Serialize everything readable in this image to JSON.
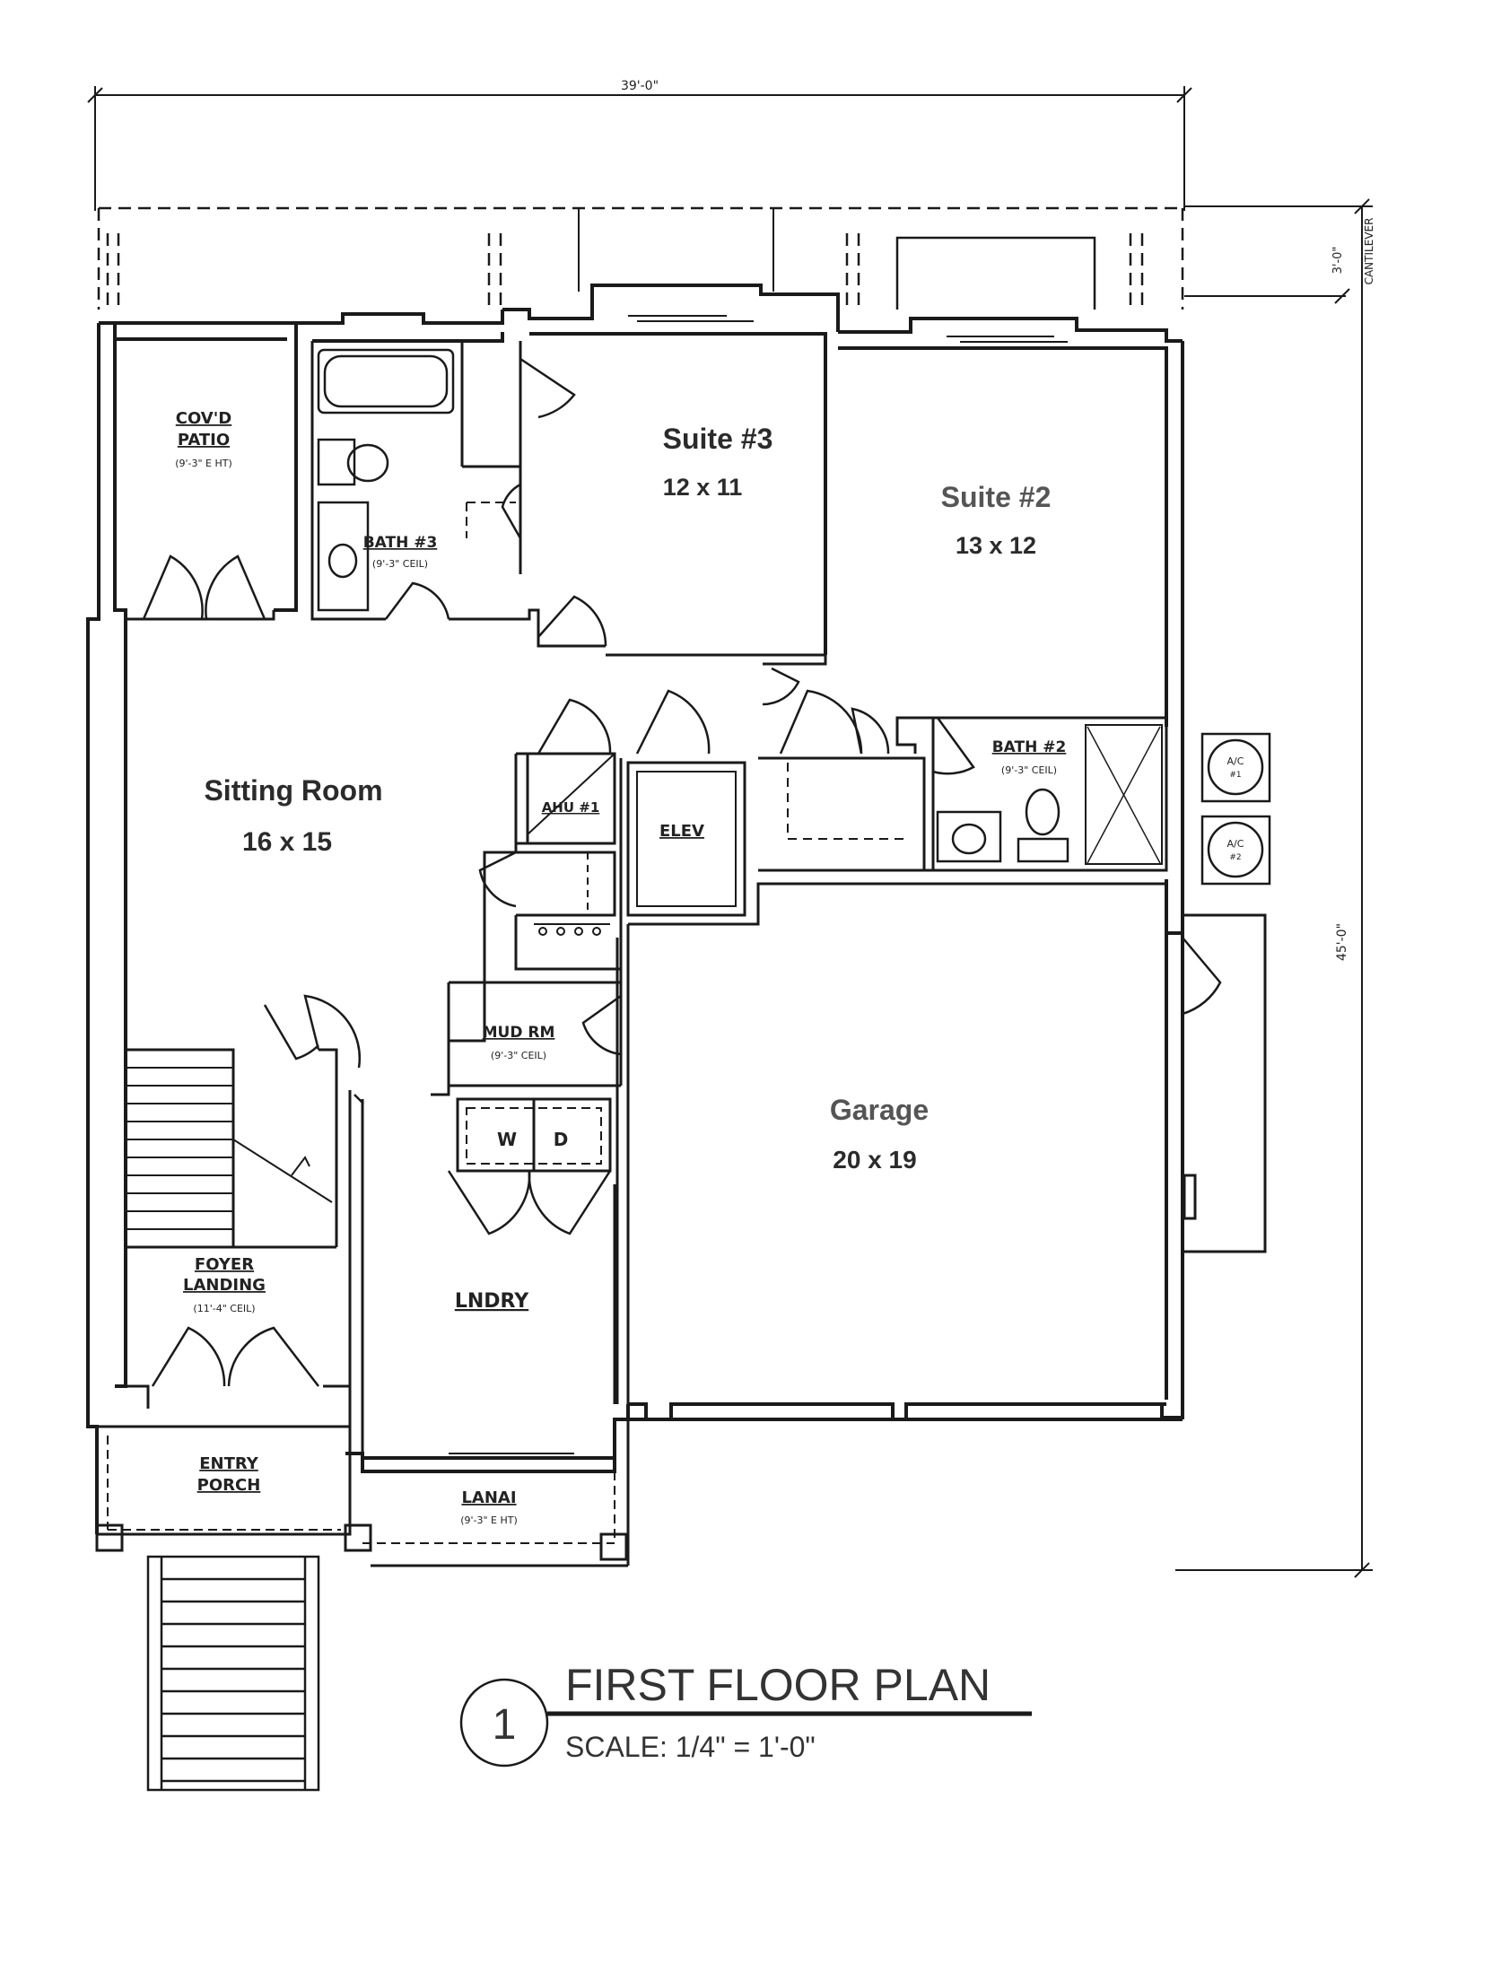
{
  "dimensions": {
    "overall_width": "39'-0\"",
    "overall_depth": "45'-0\"",
    "cantilever_depth": "3'-0\"",
    "cantilever_label": "CANTILEVER"
  },
  "rooms": {
    "suite3": {
      "name": "Suite #3",
      "size": "12 x 11"
    },
    "suite2": {
      "name": "Suite #2",
      "size": "13 x 12"
    },
    "sitting": {
      "name": "Sitting Room",
      "size": "16 x 15"
    },
    "garage": {
      "name": "Garage",
      "size": "20 x 19"
    },
    "covd_patio": {
      "name": "COV'D",
      "name2": "PATIO",
      "note": "(9'-3\" E HT)"
    },
    "bath3": {
      "name": "BATH #3",
      "note": "(9'-3\" CEIL)"
    },
    "bath2": {
      "name": "BATH #2",
      "note": "(9'-3\" CEIL)"
    },
    "ahu": {
      "name": "AHU #1"
    },
    "elev": {
      "name": "ELEV"
    },
    "mud": {
      "name": "MUD RM",
      "note": "(9'-3\" CEIL)"
    },
    "laundry": {
      "name": "LNDRY",
      "washer": "W",
      "dryer": "D"
    },
    "foyer": {
      "name": "FOYER",
      "name2": "LANDING",
      "note": "(11'-4\" CEIL)"
    },
    "entry": {
      "name": "ENTRY",
      "name2": "PORCH"
    },
    "lanai": {
      "name": "LANAI",
      "note": "(9'-3\" E HT)"
    },
    "ac1": {
      "label": "A/C",
      "num": "#1"
    },
    "ac2": {
      "label": "A/C",
      "num": "#2"
    }
  },
  "title_block": {
    "number": "1",
    "title": "FIRST FLOOR PLAN",
    "scale": "SCALE: 1/4\" = 1'-0\""
  }
}
